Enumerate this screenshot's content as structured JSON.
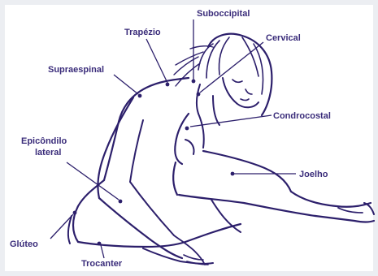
{
  "colors": {
    "ink": "#2c1f6b",
    "label": "#3a2c7a",
    "background": "#ffffff"
  },
  "labels": {
    "suboccipital": "Suboccipital",
    "trapezio": "Trapézio",
    "cervical": "Cervical",
    "supraespinal": "Supraespinal",
    "condrocostal": "Condrocostal",
    "epicondilo_line1": "Epicôndilo",
    "epicondilo_line2": "lateral",
    "joelho": "Joelho",
    "gluteo": "Glúteo",
    "trocanter": "Trocanter"
  }
}
